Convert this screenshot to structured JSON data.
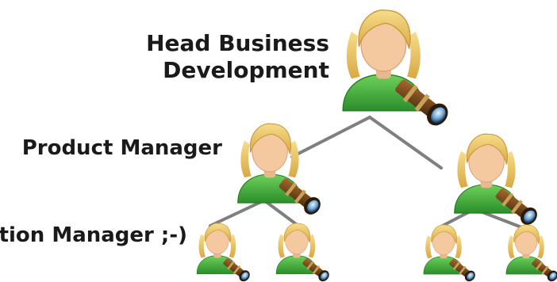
{
  "labels": {
    "head_line1": "Head Business",
    "head_line2": "Development",
    "product_manager": "Product Manager",
    "truncated": "tion Manager ;-)"
  },
  "colors": {
    "connector": "#7f7f7f",
    "hair": "#e8c56b",
    "skin": "#f4c9a0",
    "shirt": "#3ea83a",
    "telescope": "#7a4a1f",
    "text": "#1a1a1a"
  },
  "icons": [
    "person-with-telescope-icon"
  ]
}
